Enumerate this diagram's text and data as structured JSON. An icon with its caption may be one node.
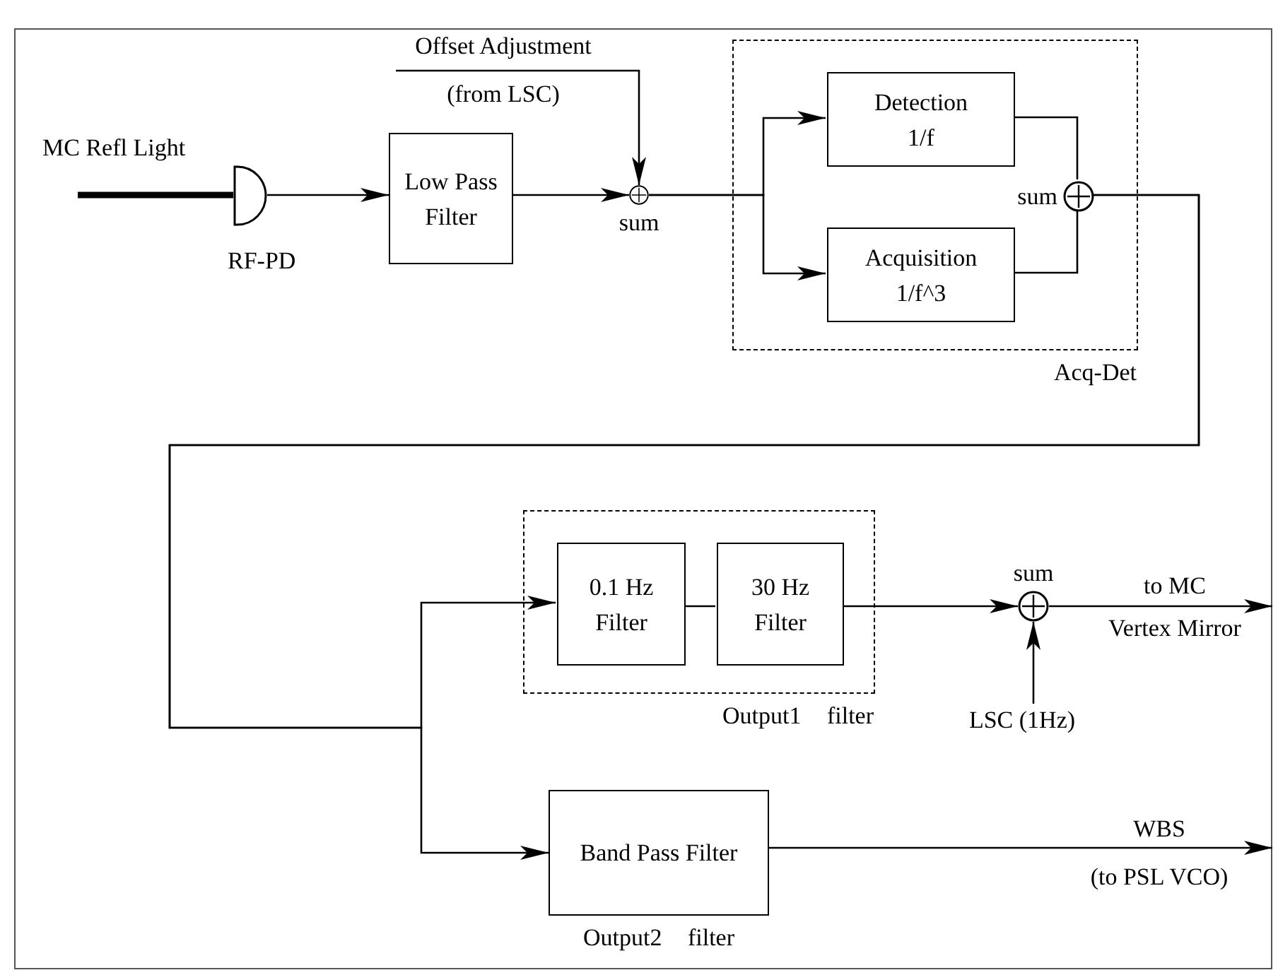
{
  "diagram": {
    "nodes": [
      {
        "text": [
          "MC Refl Light"
        ]
      },
      {
        "text": [],
        "shape": "semicircle",
        "beside": [
          "RF-PD"
        ]
      },
      {
        "text": [
          "Low Pass Filter"
        ]
      },
      {
        "text": [
          "Offset Adjustment",
          "(from LSC)"
        ]
      },
      {
        "text": [],
        "shape": "circle",
        "beside": [
          "sum"
        ]
      },
      {
        "text": [
          "Acq-Det"
        ]
      },
      {
        "text": [
          "Detection",
          "1/f"
        ],
        "in": 5
      },
      {
        "text": [
          "Acquisition",
          "1/f^3"
        ],
        "in": 5
      },
      {
        "text": [],
        "shape": "circle",
        "beside": [
          "sum"
        ],
        "in": 5
      },
      {
        "text": [
          "Output1 filter"
        ]
      },
      {
        "text": [
          "0.1 Hz Filter"
        ],
        "in": 9
      },
      {
        "text": [
          "30 Hz Filter"
        ],
        "in": 9
      },
      {
        "text": [],
        "shape": "circle",
        "beside": [
          "sum"
        ]
      },
      {
        "text": [
          "to MC",
          "Vertex Mirror"
        ]
      },
      {
        "text": [
          "LSC (1Hz)"
        ]
      },
      {
        "text": [
          "Band Pass Filter"
        ],
        "beside": [
          "Output2 filter"
        ]
      },
      {
        "text": [
          "WBS",
          "(to PSL VCO)"
        ]
      }
    ],
    "edges": [
      {
        "from": 0,
        "to": 1,
        "arrow": "none",
        "style": "thick"
      },
      {
        "from": 1,
        "to": 2,
        "arrow": "to"
      },
      {
        "from": 2,
        "to": 4,
        "arrow": "to"
      },
      {
        "from": 3,
        "to": 4,
        "arrow": "to"
      },
      {
        "from": 4,
        "to": 6,
        "arrow": "to"
      },
      {
        "from": 4,
        "to": 7,
        "arrow": "to"
      },
      {
        "from": 6,
        "to": 8,
        "arrow": "none"
      },
      {
        "from": 7,
        "to": 8,
        "arrow": "none"
      },
      {
        "from": 8,
        "to": 10,
        "arrow": "to"
      },
      {
        "from": 8,
        "to": 15,
        "arrow": "to"
      },
      {
        "from": 10,
        "to": 11,
        "arrow": "none"
      },
      {
        "from": 11,
        "to": 12,
        "arrow": "to"
      },
      {
        "from": 14,
        "to": 12,
        "arrow": "to"
      },
      {
        "from": 12,
        "to": 13,
        "arrow": "to"
      },
      {
        "from": 15,
        "to": 16,
        "arrow": "to"
      }
    ]
  }
}
